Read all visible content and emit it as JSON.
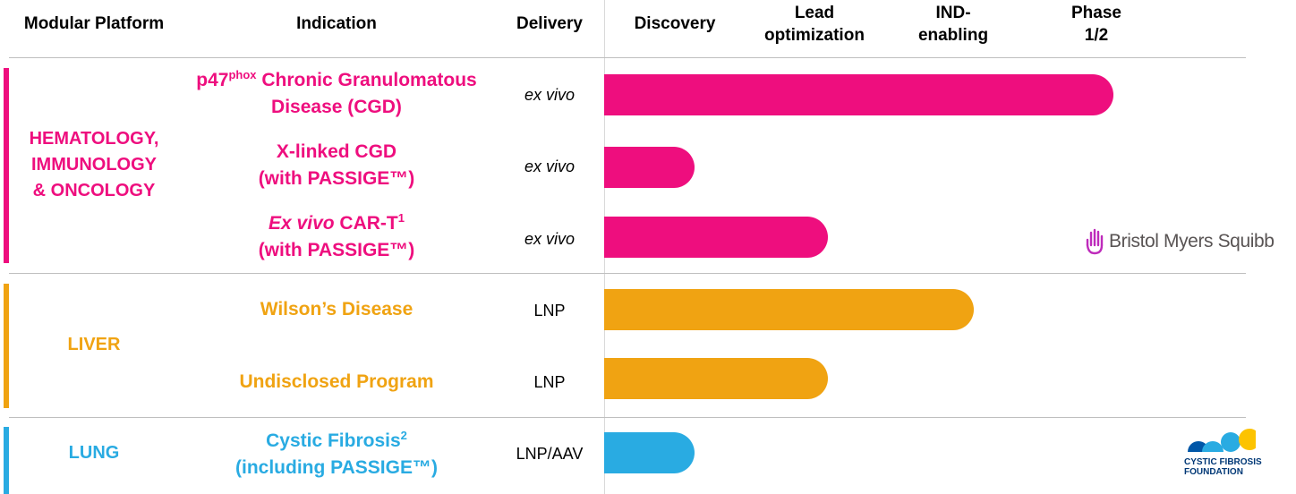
{
  "header": {
    "platform": "Modular Platform",
    "indication": "Indication",
    "delivery": "Delivery",
    "stages": [
      {
        "line1": "Discovery",
        "line2": ""
      },
      {
        "line1": "Lead",
        "line2": "optimization"
      },
      {
        "line1": "IND-",
        "line2": "enabling"
      },
      {
        "line1": "Phase",
        "line2": "1/2"
      }
    ]
  },
  "colors": {
    "heme": "#ee0e7e",
    "liver": "#f0a312",
    "lung": "#29abe2"
  },
  "groups": [
    {
      "lines": [
        "HEMATOLOGY,",
        "IMMUNOLOGY",
        "& ONCOLOGY"
      ]
    },
    {
      "lines": [
        "LIVER"
      ]
    },
    {
      "lines": [
        "LUNG"
      ]
    }
  ],
  "programs": [
    {
      "ind1_a": "p47",
      "ind1_sup": "phox",
      "ind1_b": " Chronic Granulomatous",
      "ind2": "Disease (CGD)",
      "delivery": "ex vivo"
    },
    {
      "ind1": "X-linked CGD",
      "ind2": "(with PASSIGE™)",
      "delivery": "ex vivo"
    },
    {
      "ind1_a": "Ex vivo",
      "ind1_b": " CAR-T",
      "ind1_sup": "1",
      "ind2": "(with PASSIGE™)",
      "delivery": "ex vivo"
    },
    {
      "ind1": "Wilson’s Disease",
      "delivery": "LNP"
    },
    {
      "ind1": "Undisclosed Program",
      "delivery": "LNP"
    },
    {
      "ind1_a": "Cystic Fibrosis",
      "ind1_sup": "2",
      "ind2": "(including PASSIGE™)",
      "delivery": "LNP/AAV"
    }
  ],
  "chart_data": {
    "type": "bar",
    "orientation": "horizontal",
    "stages": [
      "Discovery",
      "Lead optimization",
      "IND-enabling",
      "Phase 1/2"
    ],
    "categories": [
      "p47phox Chronic Granulomatous Disease (CGD)",
      "X-linked CGD (with PASSIGE™)",
      "Ex vivo CAR-T1 (with PASSIGE™)",
      "Wilson’s Disease",
      "Undisclosed Program",
      "Cystic Fibrosis2 (including PASSIGE™)"
    ],
    "values": [
      3.65,
      0.65,
      1.6,
      2.65,
      1.6,
      0.65
    ],
    "value_units": "stages completed (0 = start of Discovery, 4 = end of Phase 1/2)",
    "colors": [
      "#ee0e7e",
      "#ee0e7e",
      "#ee0e7e",
      "#f0a312",
      "#f0a312",
      "#29abe2"
    ],
    "grid": false,
    "legend": "none"
  },
  "partners": {
    "bms": "Bristol Myers Squibb",
    "cff_line1": "CYSTIC FIBROSIS",
    "cff_line2": "FOUNDATION"
  }
}
